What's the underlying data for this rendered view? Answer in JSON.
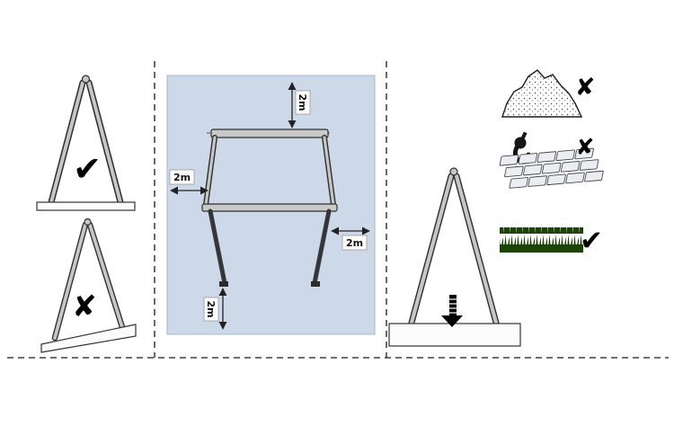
{
  "side_view_panel": {
    "level_frame": {
      "mark": "✔"
    },
    "sloped_frame": {
      "mark": "✘"
    }
  },
  "clearance_panel": {
    "top": "2m",
    "left": "2m",
    "right": "2m",
    "bottom": "2m"
  },
  "surface_panel": {
    "sand": {
      "mark": "✘"
    },
    "pavers": {
      "mark": "✘"
    },
    "grass": {
      "mark": "✔"
    }
  },
  "colors": {
    "plan_background": "#cdd8e9",
    "frame_gray": "#c6c6c6",
    "frame_dark": "#35353a",
    "grass_green": "#1c4409",
    "mark_black": "#000000"
  }
}
